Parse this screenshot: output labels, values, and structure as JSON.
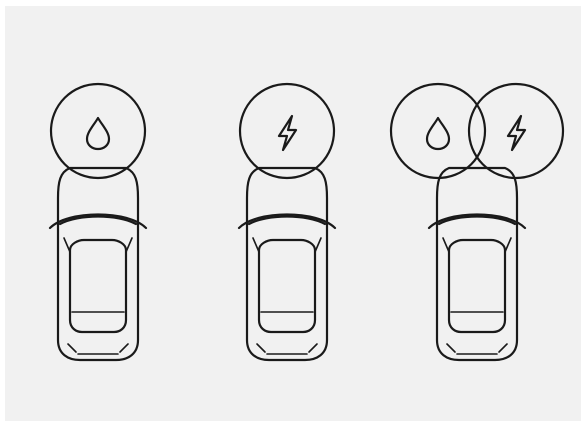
{
  "colors": {
    "background": "#f1f1f1",
    "line": "#1a1a1a",
    "page": "#ffffff"
  },
  "vehicles": [
    {
      "powertrain": "fuel",
      "icons": [
        "fuel-drop-icon"
      ]
    },
    {
      "powertrain": "electric",
      "icons": [
        "lightning-bolt-icon"
      ]
    },
    {
      "powertrain": "hybrid",
      "icons": [
        "fuel-drop-icon",
        "lightning-bolt-icon"
      ]
    }
  ]
}
